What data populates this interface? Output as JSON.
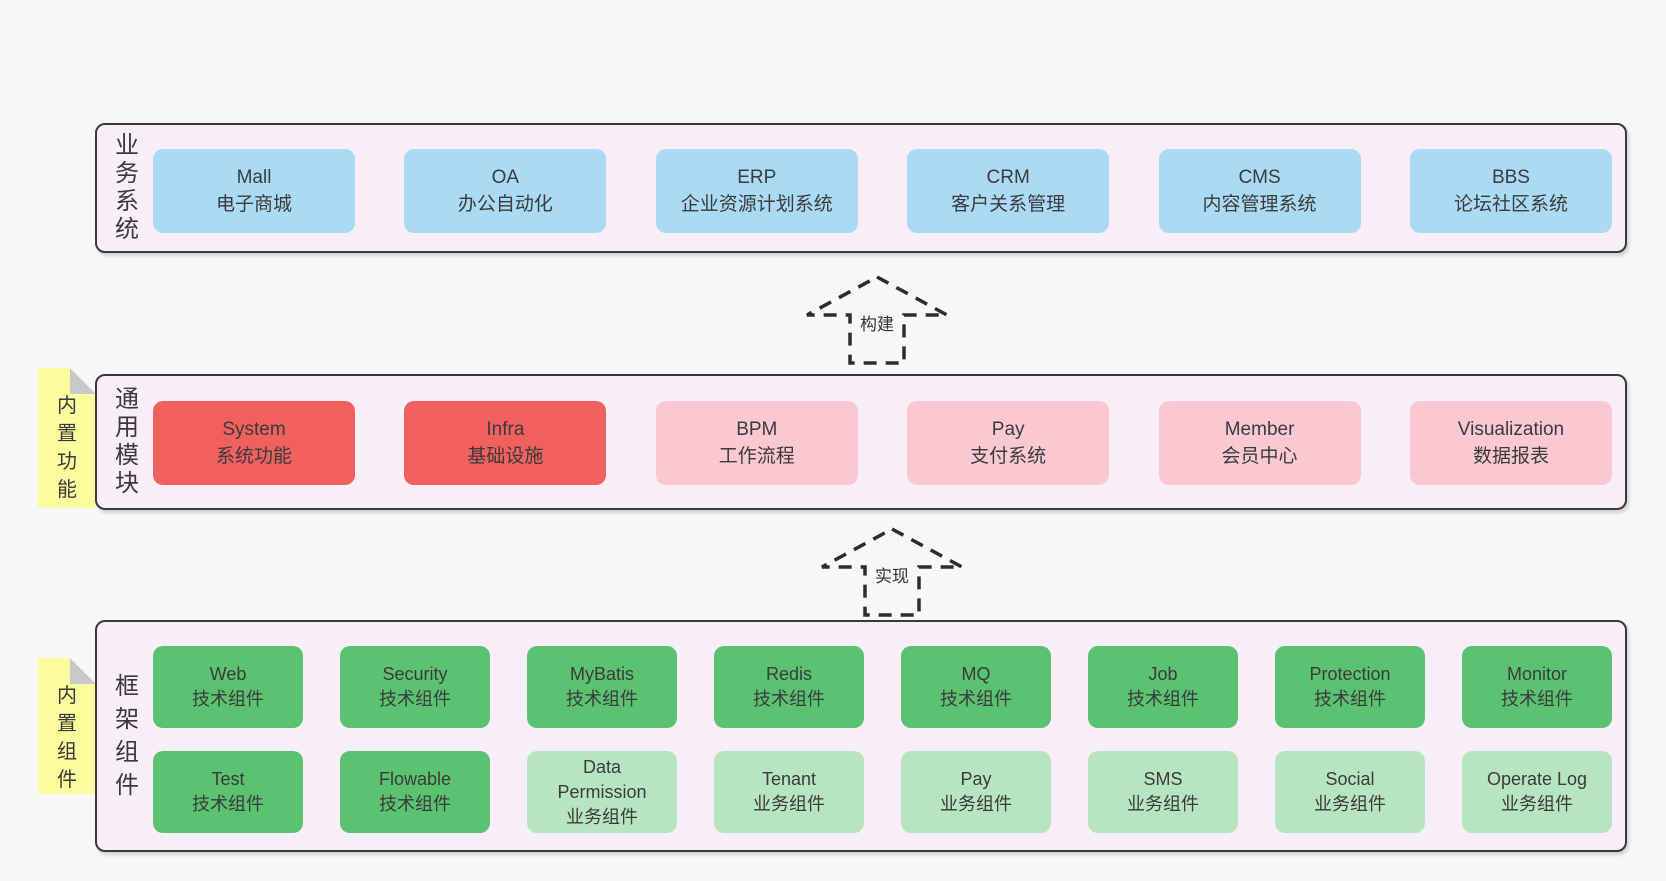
{
  "colors": {
    "page_background": "#f7f7f7",
    "band_fill": "#f8eef7",
    "band_border": "#3a3a3a",
    "blue_box": "#abdbf4",
    "red_box": "#f0605f",
    "pink_box": "#f9c8d1",
    "green_box": "#5bc271",
    "light_green_box": "#b8e5c1",
    "note_yellow": "#fafc9e",
    "note_fold_gray": "#c9c9c9",
    "text": "#3b3b3b"
  },
  "arrows": [
    {
      "label": "构建"
    },
    {
      "label": "实现"
    }
  ],
  "bands": [
    {
      "label": "业务系统",
      "boxes": [
        {
          "name": "Mall",
          "desc": "电子商城",
          "variant": "blue"
        },
        {
          "name": "OA",
          "desc": "办公自动化",
          "variant": "blue"
        },
        {
          "name": "ERP",
          "desc": "企业资源计划系统",
          "variant": "blue"
        },
        {
          "name": "CRM",
          "desc": "客户关系管理",
          "variant": "blue"
        },
        {
          "name": "CMS",
          "desc": "内容管理系统",
          "variant": "blue"
        },
        {
          "name": "BBS",
          "desc": "论坛社区系统",
          "variant": "blue"
        }
      ]
    },
    {
      "label": "通用模块",
      "note": "内置功能",
      "boxes": [
        {
          "name": "System",
          "desc": "系统功能",
          "variant": "red"
        },
        {
          "name": "Infra",
          "desc": "基础设施",
          "variant": "red"
        },
        {
          "name": "BPM",
          "desc": "工作流程",
          "variant": "pink"
        },
        {
          "name": "Pay",
          "desc": "支付系统",
          "variant": "pink"
        },
        {
          "name": "Member",
          "desc": "会员中心",
          "variant": "pink"
        },
        {
          "name": "Visualization",
          "desc": "数据报表",
          "variant": "pink"
        }
      ]
    },
    {
      "label": "框架组件",
      "note": "内置组件",
      "rows": [
        [
          {
            "name": "Web",
            "desc": "技术组件",
            "variant": "green"
          },
          {
            "name": "Security",
            "desc": "技术组件",
            "variant": "green"
          },
          {
            "name": "MyBatis",
            "desc": "技术组件",
            "variant": "green"
          },
          {
            "name": "Redis",
            "desc": "技术组件",
            "variant": "green"
          },
          {
            "name": "MQ",
            "desc": "技术组件",
            "variant": "green"
          },
          {
            "name": "Job",
            "desc": "技术组件",
            "variant": "green"
          },
          {
            "name": "Protection",
            "desc": "技术组件",
            "variant": "green"
          },
          {
            "name": "Monitor",
            "desc": "技术组件",
            "variant": "green"
          }
        ],
        [
          {
            "name": "Test",
            "desc": "技术组件",
            "variant": "green"
          },
          {
            "name": "Flowable",
            "desc": "技术组件",
            "variant": "green"
          },
          {
            "name": "Data Permission",
            "desc": "业务组件",
            "variant": "light-green"
          },
          {
            "name": "Tenant",
            "desc": "业务组件",
            "variant": "light-green"
          },
          {
            "name": "Pay",
            "desc": "业务组件",
            "variant": "light-green"
          },
          {
            "name": "SMS",
            "desc": "业务组件",
            "variant": "light-green"
          },
          {
            "name": "Social",
            "desc": "业务组件",
            "variant": "light-green"
          },
          {
            "name": "Operate Log",
            "desc": "业务组件",
            "variant": "light-green"
          }
        ]
      ]
    }
  ]
}
